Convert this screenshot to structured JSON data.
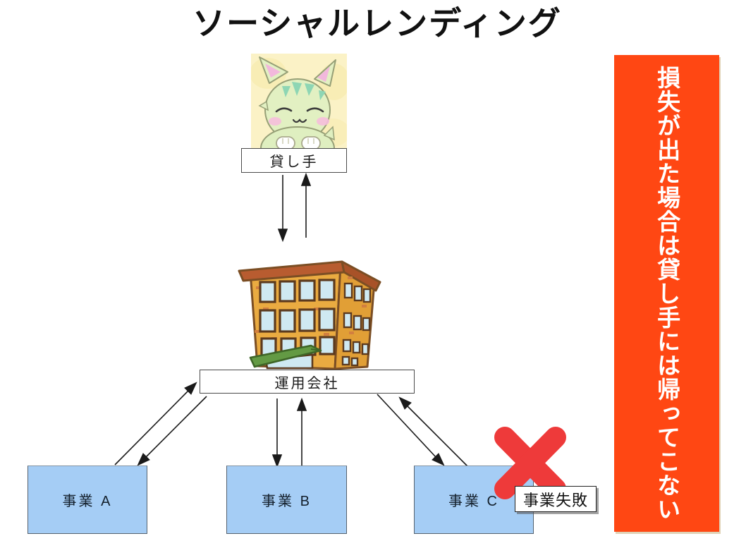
{
  "title": "ソーシャルレンディング",
  "lender": {
    "label": "貸し手"
  },
  "company": {
    "label": "運用会社"
  },
  "businesses": [
    {
      "label": "事業 A"
    },
    {
      "label": "事業 B"
    },
    {
      "label": "事業 C"
    }
  ],
  "failure": {
    "label": "事業失敗"
  },
  "banner": {
    "text": "損失が出た場合は貸し手には帰ってこない",
    "bg": "#FF4713",
    "fg": "#FFFFFF"
  },
  "icons": {
    "lender_character": "green-cat-mascot",
    "company_building": "office-building"
  },
  "colors": {
    "business_fill": "#A5CDF5",
    "x_mark": "#EE3A3A",
    "arrow": "#1A1A1A"
  }
}
